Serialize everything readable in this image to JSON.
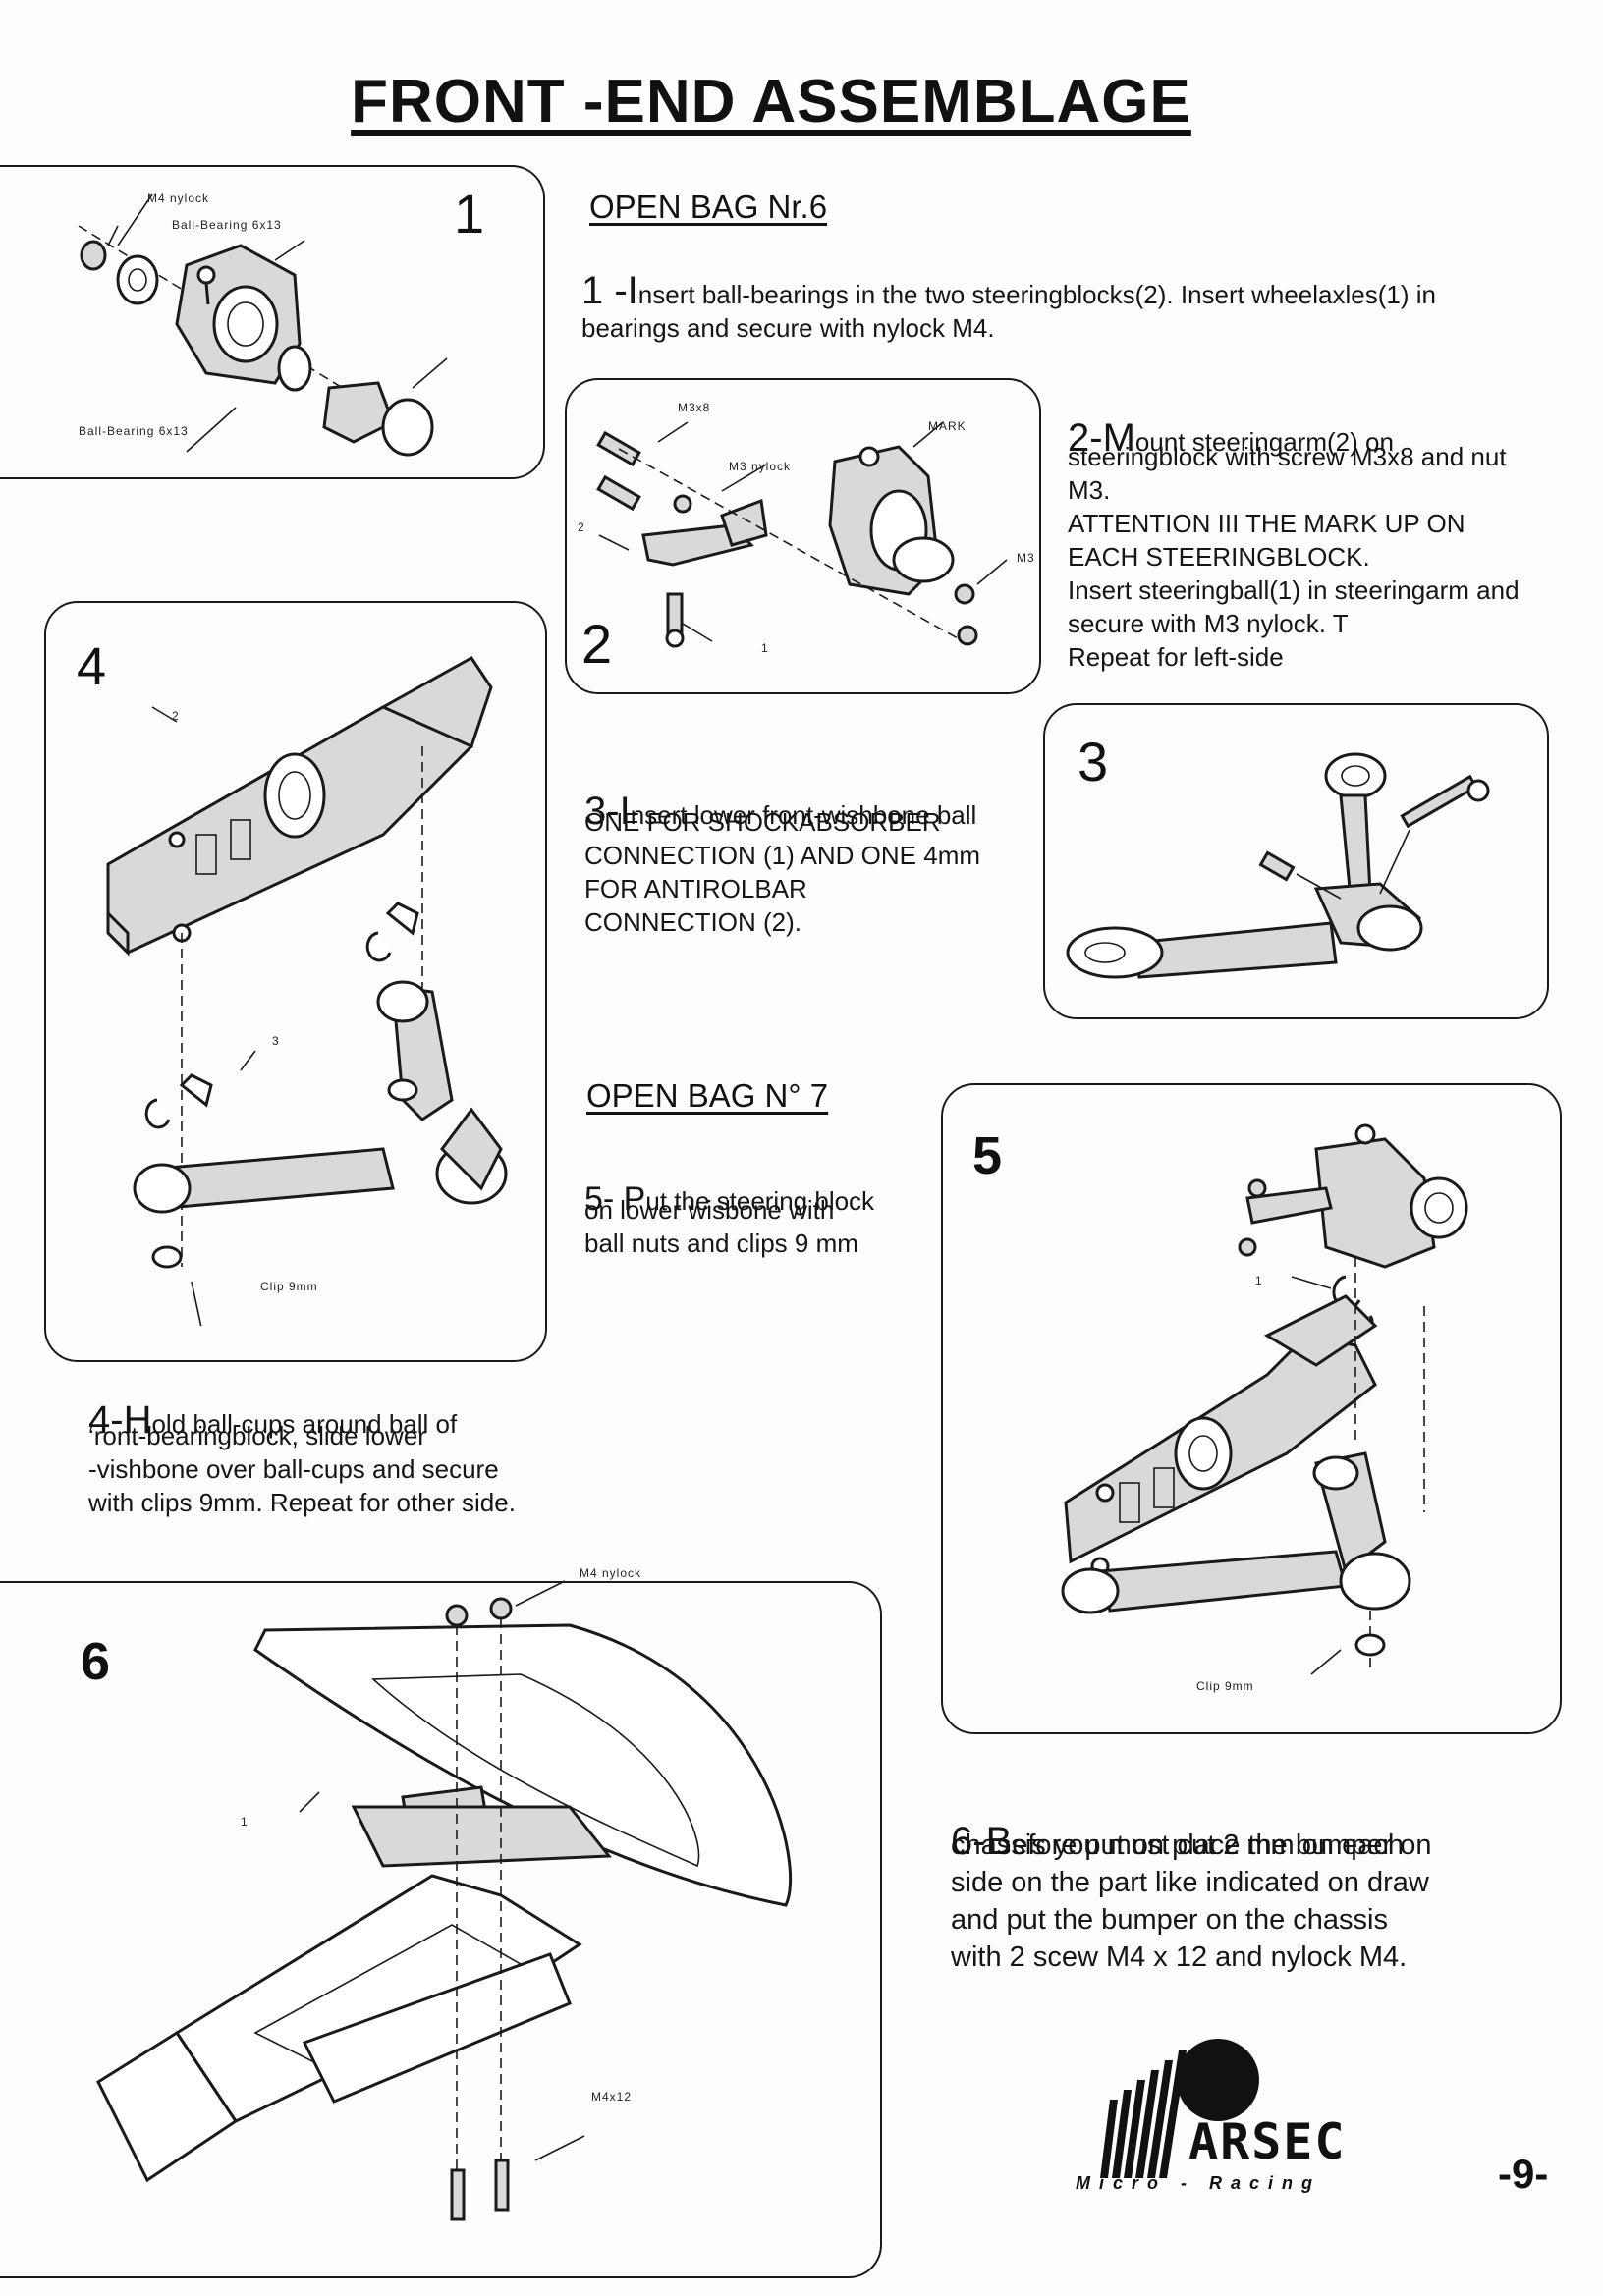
{
  "title": "FRONT -END ASSEMBLAGE",
  "bag6_heading": "OPEN BAG Nr.6",
  "bag7_heading": "OPEN BAG N° 7",
  "steps": {
    "s1": {
      "number": "1",
      "lead": "1 -I",
      "text": "nsert ball-bearings in the two steeringblocks(2). Insert wheelaxles(1) in\nbearings and secure with nylock M4."
    },
    "s2": {
      "number": "2",
      "lead": "2-M",
      "text": "ount steeringarm(2) on",
      "text_rest": "steeringblock with screw M3x8 and nut\nM3.\nATTENTION III THE MARK UP ON\nEACH STEERINGBLOCK.\nInsert steeringball(1) in steeringarm and\nsecure with M3 nylock. T\nRepeat for left-side"
    },
    "s3": {
      "number": "3",
      "lead": "3-I",
      "text": "nsert lower front-wishbone ball",
      "text_rest": "ONE FOR SHOCKABSORBER\nCONNECTION (1) AND ONE 4mm\nFOR ANTIROLBAR\nCONNECTION (2)."
    },
    "s4": {
      "number": "4",
      "lead": "4-H",
      "text": "old ball-cups around ball of",
      "text_rest": "‘ront-bearingblock, slide lower\n-vishbone over ball-cups and secure\nwith clips 9mm. Repeat for other side."
    },
    "s5": {
      "number": "5",
      "lead": "5- P",
      "text": "ut the steering block",
      "text_rest": "on lower wisbone with\nball nuts and clips 9 mm"
    },
    "s6": {
      "number": "6",
      "lead": "6-B",
      "text": "efore put on place the bumper on",
      "text_rest": "chassis you must cut 2 mm on each\nside on the part like indicated on draw\nand put the bumper on the chassis\nwith 2 scew M4 x 12 and nylock M4."
    }
  },
  "labels": {
    "m4_nylock": "M4 nylock",
    "ball_bearing_top": "Ball-Bearing 6x13",
    "ball_bearing_bottom": "Ball-Bearing 6x13",
    "m3x8": "M3x8",
    "m3_nylock": "M3 nylock",
    "mark": "MARK",
    "m3": "M3",
    "clip_9mm_4": "Clip 9mm",
    "clip_9mm_5": "Clip 9mm",
    "m4_nylock_6": "M4 nylock",
    "m4x12": "M4x12",
    "part_1": "1",
    "part_2": "2",
    "part_3": "3"
  },
  "logo": {
    "brand": "ARSEC",
    "tagline": "Micro - Racing"
  },
  "page_number": "-9-"
}
